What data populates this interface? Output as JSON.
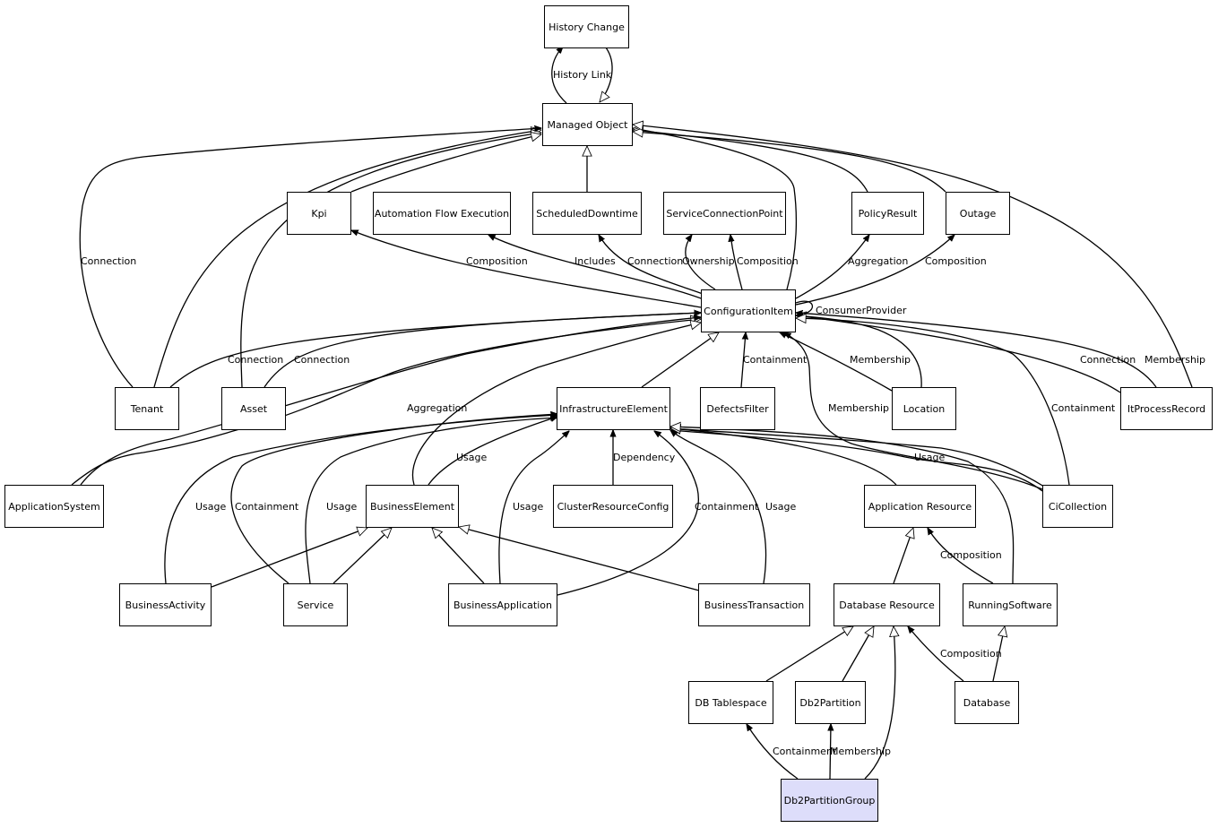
{
  "colors": {
    "line": "#000000",
    "node_fill": "#ffffff",
    "highlight_fill": "#ddddfa"
  },
  "nodes": {
    "history_change": "History Change",
    "managed_object": "Managed Object",
    "kpi": "Kpi",
    "automation_flow_execution": "Automation Flow Execution",
    "scheduled_downtime": "ScheduledDowntime",
    "service_connection_point": "ServiceConnectionPoint",
    "policy_result": "PolicyResult",
    "outage": "Outage",
    "configuration_item": "ConfigurationItem",
    "tenant": "Tenant",
    "asset": "Asset",
    "infrastructure_element": "InfrastructureElement",
    "defects_filter": "DefectsFilter",
    "location": "Location",
    "it_process_record": "ItProcessRecord",
    "application_system": "ApplicationSystem",
    "business_element": "BusinessElement",
    "cluster_resource_config": "ClusterResourceConfig",
    "application_resource": "Application Resource",
    "ci_collection": "CiCollection",
    "business_activity": "BusinessActivity",
    "service": "Service",
    "business_application": "BusinessApplication",
    "business_transaction": "BusinessTransaction",
    "database_resource": "Database Resource",
    "running_software": "RunningSoftware",
    "db_tablespace": "DB Tablespace",
    "db2_partition": "Db2Partition",
    "database": "Database",
    "db2_partition_group": "Db2PartitionGroup"
  },
  "edge_labels": {
    "history_link": "History Link",
    "connection_tenant_mo": "Connection",
    "composition_kpi": "Composition",
    "includes": "Includes",
    "connection_sd": "Connection",
    "ownership": "Ownership",
    "composition_scp": "Composition",
    "aggregation_policy": "Aggregation",
    "composition_outage": "Composition",
    "consumer_provider": "ConsumerProvider",
    "connection_tenant_ci": "Connection",
    "connection_asset_ci": "Connection",
    "containment_defects": "Containment",
    "membership_location": "Membership",
    "connection_itpr": "Connection",
    "membership_itpr": "Membership",
    "aggregation_appsys": "Aggregation",
    "membership_cicollection": "Membership",
    "containment_cicollection": "Containment",
    "usage_business_element": "Usage",
    "dependency": "Dependency",
    "usage_cicollection": "Usage",
    "usage_business_activity": "Usage",
    "containment_service": "Containment",
    "usage_service": "Usage",
    "usage_business_application": "Usage",
    "containment_business_application": "Containment",
    "usage_business_transaction": "Usage",
    "composition_running_software": "Composition",
    "composition_database": "Composition",
    "containment_db2pg": "Containment",
    "membership_db2pg": "Membership"
  }
}
